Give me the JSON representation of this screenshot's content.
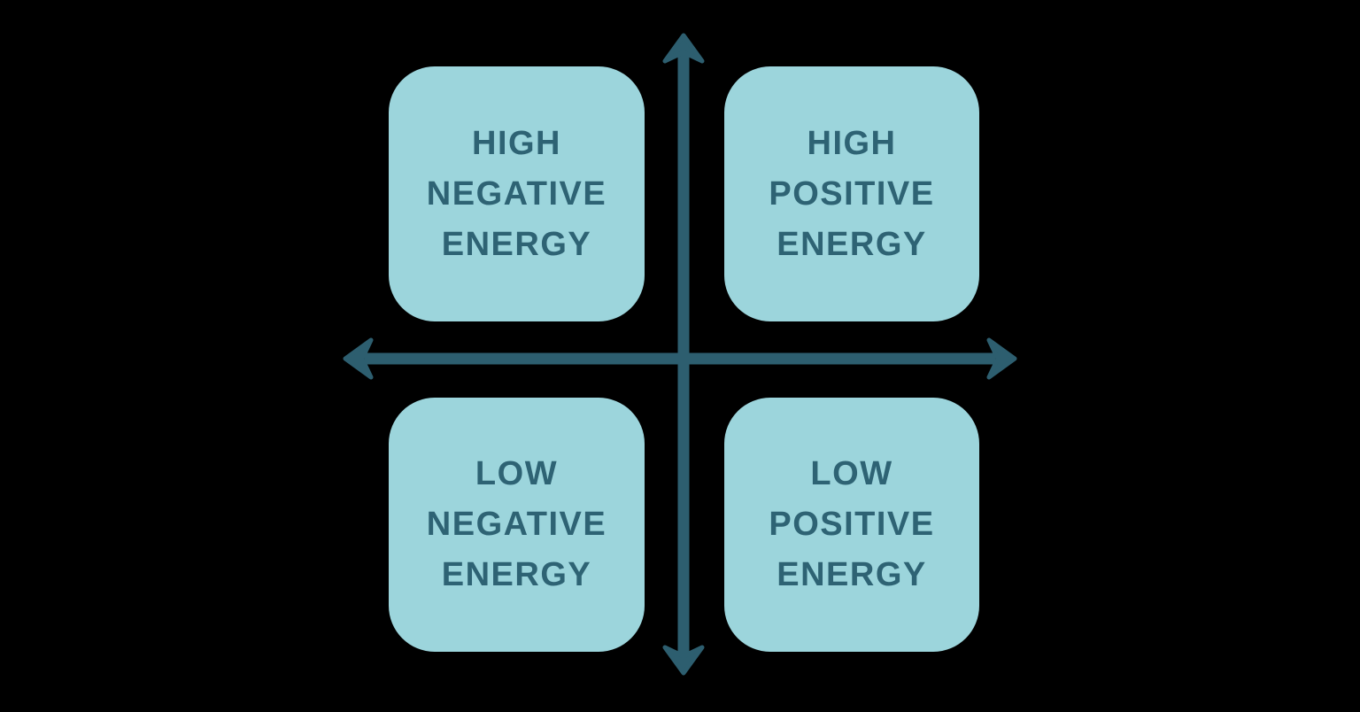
{
  "diagram": {
    "type": "quadrant-matrix",
    "background": "#000000"
  },
  "colors": {
    "background": "#000000",
    "box_fill": "#9cd5dc",
    "text": "#2e6374",
    "axis": "#2d5e6f"
  },
  "axes": {
    "vertical_arrowheads": [
      "up-arrowhead-icon",
      "down-arrowhead-icon"
    ],
    "horizontal_arrowheads": [
      "left-arrowhead-icon",
      "right-arrowhead-icon"
    ]
  },
  "quadrants": {
    "high_negative": {
      "label": "HIGH NEGATIVE ENERGY",
      "lines": [
        "HIGH",
        "NEGATIVE",
        "ENERGY"
      ],
      "position": "top-left"
    },
    "high_positive": {
      "label": "HIGH POSITIVE ENERGY",
      "lines": [
        "HIGH",
        "POSITIVE",
        "ENERGY"
      ],
      "position": "top-right"
    },
    "low_negative": {
      "label": "LOW NEGATIVE ENERGY",
      "lines": [
        "LOW",
        "NEGATIVE",
        "ENERGY"
      ],
      "position": "bottom-left"
    },
    "low_positive": {
      "label": "LOW POSITIVE ENERGY",
      "lines": [
        "LOW",
        "POSITIVE",
        "ENERGY"
      ],
      "position": "bottom-right"
    }
  }
}
